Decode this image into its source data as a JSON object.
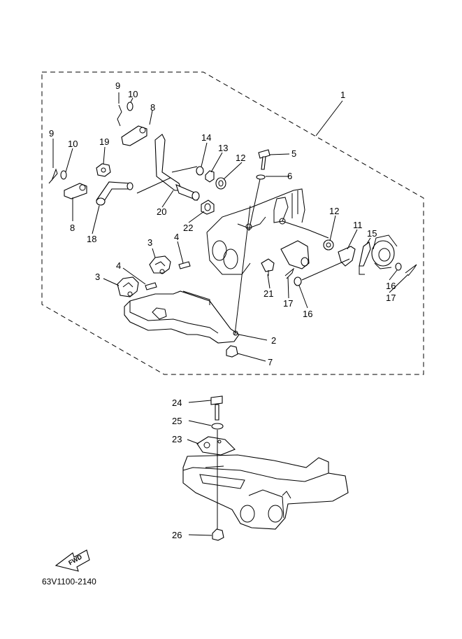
{
  "diagram": {
    "code": "63V1100-2140",
    "fwd_label": "FWD",
    "callouts": {
      "c1": "1",
      "c2": "2",
      "c3a": "3",
      "c3b": "3",
      "c4a": "4",
      "c4b": "4",
      "c5": "5",
      "c6": "6",
      "c7": "7",
      "c8a": "8",
      "c8b": "8",
      "c9a": "9",
      "c9b": "9",
      "c10a": "10",
      "c10b": "10",
      "c11": "11",
      "c12a": "12",
      "c12b": "12",
      "c13": "13",
      "c14": "14",
      "c15": "15",
      "c16a": "16",
      "c16b": "16",
      "c17a": "17",
      "c17b": "17",
      "c18": "18",
      "c19": "19",
      "c20": "20",
      "c21": "21",
      "c22": "22",
      "c23": "23",
      "c24": "24",
      "c25": "25",
      "c26": "26"
    }
  }
}
